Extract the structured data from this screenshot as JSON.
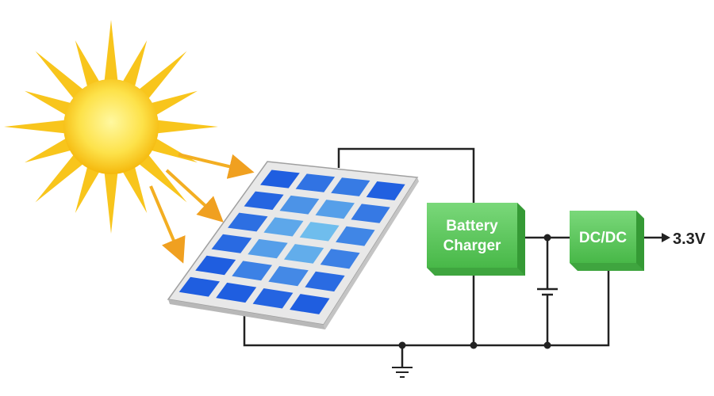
{
  "blocks": {
    "charger": {
      "line1": "Battery",
      "line2": "Charger"
    },
    "dcdc": {
      "label": "DC/DC"
    }
  },
  "output": {
    "label": "3.3V"
  },
  "panel": {
    "columns": 4,
    "rows": 6
  },
  "colors": {
    "block_green": "#5cc85c",
    "wire": "#222222",
    "sun": "#f7c21a",
    "arrow": "#f0a020",
    "cell_dark": "#1f5ee0",
    "cell_light": "#7fd0f0"
  }
}
